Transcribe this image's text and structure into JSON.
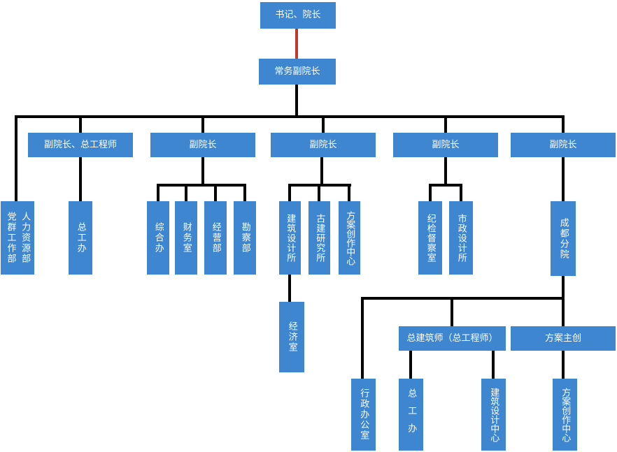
{
  "colors": {
    "node_fill": "#3E86CF",
    "node_text": "#FFFFFF",
    "connector": "#000000",
    "connector_highlight": "#C0392B"
  },
  "org": {
    "root": "书记、院长",
    "executive": "常务副院长",
    "level2": {
      "vp_chief_engineer": "副院长、总工程师",
      "vp2": "副院长",
      "vp3": "副院长",
      "vp4": "副院长",
      "vp5": "副院长"
    },
    "departments": {
      "party_mass": "党群工作部",
      "hr": "人力资源部",
      "chief_engineer_office": "总工办",
      "general_office": "综合办",
      "finance_office": "财务室",
      "operations_dept": "经营部",
      "survey_dept": "勘察部",
      "architecture_design_institute": "建筑设计所",
      "ancient_architecture_institute": "古建研究所",
      "scheme_creation_center": "方案创作中心",
      "discipline_inspection_office": "纪检督察室",
      "municipal_design_institute": "市政设计所",
      "chengdu_branch": "成都分院",
      "economics_office": "经济室"
    },
    "chengdu_branch_sub": {
      "chief_architect": "总建筑师（总工程师）",
      "scheme_lead": "方案主创",
      "admin_office": "行政办公室",
      "chief_engineer_office": "总工办",
      "architecture_design_center": "建筑设计中心",
      "scheme_creation_center": "方案创作中心"
    }
  }
}
